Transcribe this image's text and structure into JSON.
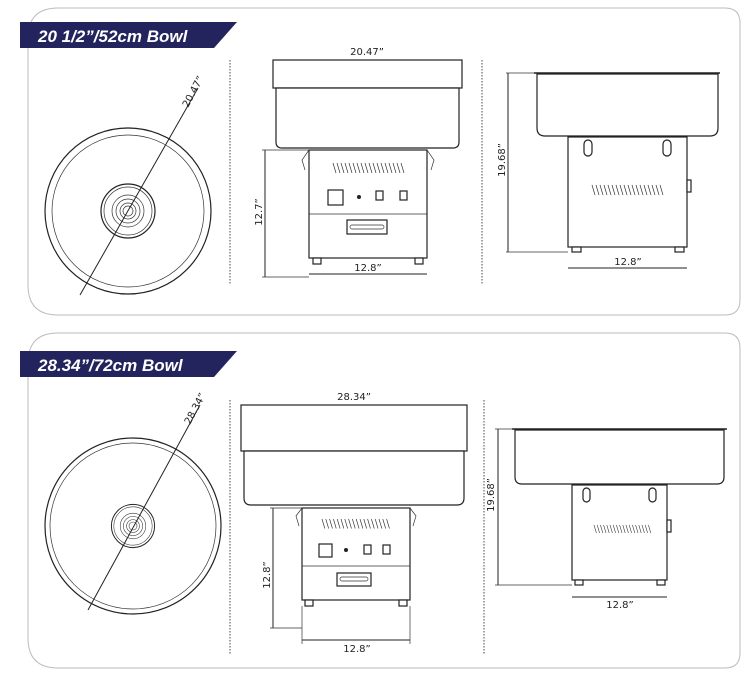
{
  "colors": {
    "banner": "#23235e",
    "panel_border": "#bbbbbb",
    "line": "#222222"
  },
  "panels": [
    {
      "title": "20 1/2”/52cm Bowl",
      "top_diameter": "20.47”",
      "front_width": "20.47”",
      "front_height": "12.7”",
      "front_base_width": "12.8”",
      "side_height": "19.68”",
      "side_base_width": "12.8”"
    },
    {
      "title": "28.34”/72cm Bowl",
      "top_diameter": "28.34”",
      "front_width": "28.34”",
      "front_height": "12.8”",
      "front_base_width": "12.8”",
      "side_height": "19.68”",
      "side_base_width": "12.8”"
    }
  ]
}
